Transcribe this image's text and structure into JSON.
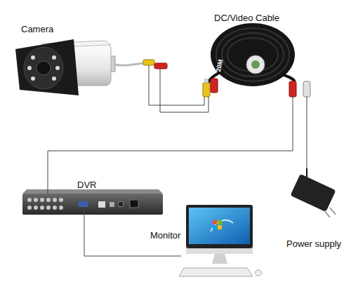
{
  "diagram": {
    "nodes": [
      {
        "text": [
          "Camera"
        ]
      },
      {
        "text": [
          "DC/Video Cable",
          "20M"
        ]
      },
      {
        "text": [
          "DVR"
        ]
      },
      {
        "text": [
          "Monitor"
        ]
      },
      {
        "text": [
          "Power supply"
        ]
      }
    ],
    "edges": [
      {
        "from": 0,
        "to": 1,
        "arrow": "none"
      },
      {
        "from": 1,
        "to": 2,
        "arrow": "none"
      },
      {
        "from": 1,
        "to": 4,
        "arrow": "none"
      },
      {
        "from": 2,
        "to": 3,
        "arrow": "none"
      }
    ]
  }
}
